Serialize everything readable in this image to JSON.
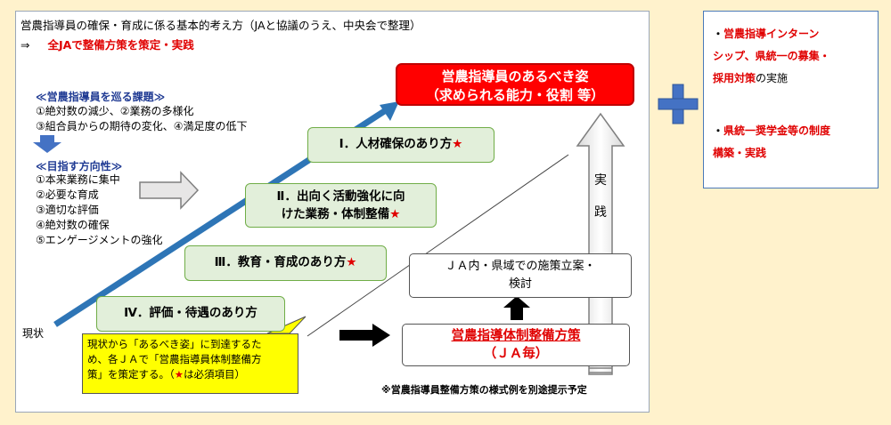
{
  "header": {
    "title": "営農指導員の確保・育成に係る基本的考え方（JAと協議のうえ、中央会で整理）",
    "arrow_mark": "⇒",
    "policy": "全JAで整備方策を策定・実践"
  },
  "issues": {
    "heading": "≪営農指導員を巡る課題≫",
    "lines": [
      "①絶対数の減少、②業務の多様化",
      "③組合員からの期待の変化、④満足度の低下"
    ]
  },
  "direction": {
    "heading": "≪目指す方向性≫",
    "items": [
      "①本来業務に集中",
      "②必要な育成",
      "③適切な評価",
      "④絶対数の確保",
      "⑤エンゲージメントの強化"
    ]
  },
  "goal": {
    "line1": "営農指導員のあるべき姿",
    "line2": "（求められる能力・役割 等）"
  },
  "steps": {
    "s1": {
      "text": "Ⅰ．人材確保のあり方",
      "star": "★"
    },
    "s2": {
      "line1": "Ⅱ．出向く活動強化に向",
      "line2": "けた業務・体制整備",
      "star": "★"
    },
    "s3": {
      "text": "Ⅲ．教育・育成のあり方",
      "star": "★"
    },
    "s4": {
      "text": "Ⅳ．評価・待遇のあり方"
    }
  },
  "current_label": "現状",
  "practice_label": "実践",
  "ja_plan": {
    "line1": "ＪＡ内・県域での施策立案・",
    "line2": "検討"
  },
  "ja_policy": {
    "line1": "営農指導体制整備方策",
    "line2": "（ＪＡ毎）"
  },
  "note": {
    "line1": "現状から「あるべき姿」に到達するた",
    "line2": "め、各ＪＡで「営農指導員体制整備方",
    "line3a": "策」を策定する。（",
    "star": "★",
    "line3b": "は必須項目）"
  },
  "footnote": "※営農指導員整備方策の様式例を別途提示予定",
  "side": {
    "item1": {
      "bullet": "・",
      "red_lines": [
        "営農指導インターン",
        "シップ、県統一の募集・",
        "採用対策"
      ],
      "tail": "の実施"
    },
    "item2": {
      "bullet": "・",
      "red_lines": [
        "県統一奨学金等の制度",
        "構築・実践"
      ]
    }
  },
  "colors": {
    "goal_red": "#FF0000",
    "green_fill": "#E2EFDA",
    "green_border": "#70AD47",
    "blue_arrow": "#2E75B6",
    "plus_blue": "#4472C4",
    "note_yellow": "#FFFF00"
  }
}
